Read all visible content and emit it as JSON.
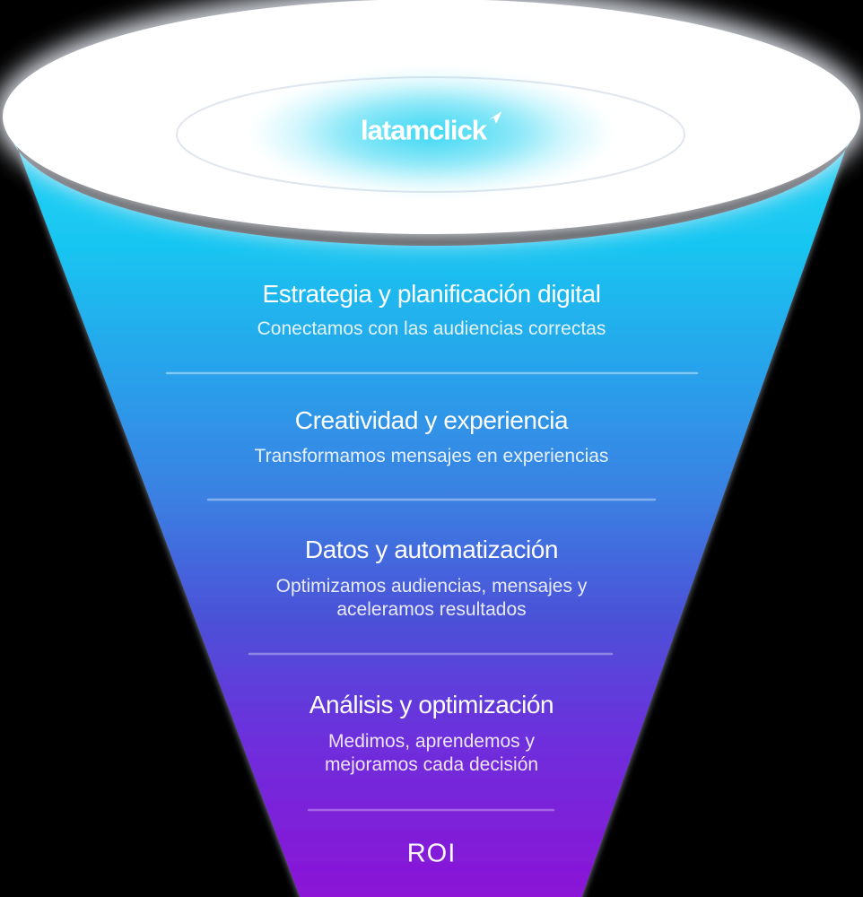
{
  "logo": {
    "text": "latamclick",
    "arrow_icon": "cursor-arrow-up-right"
  },
  "funnel": {
    "stages": [
      {
        "title": "Estrategia y planificación digital",
        "subtitle": "Conectamos con las audiencias correctas"
      },
      {
        "title": "Creatividad y experiencia",
        "subtitle": "Transformamos mensajes en experiencias"
      },
      {
        "title": "Datos y automatización",
        "subtitle": "Optimizamos audiencias, mensajes y aceleramos resultados"
      },
      {
        "title": "Análisis y optimización",
        "subtitle": "Medimos, aprendemos y mejoramos cada decisión"
      },
      {
        "title": "ROI",
        "subtitle": ""
      }
    ]
  },
  "colors": {
    "background": "#000000",
    "rim_white": "#ffffff",
    "glow_cyan": "#30d5f2",
    "cone_top_cyan": "#2ad5f6",
    "cone_mid_blue": "#3b7fe2",
    "cone_indigo": "#4b52d8",
    "cone_bottom_purple": "#8d12d6",
    "divider": "rgba(255,255,255,0.38)"
  }
}
